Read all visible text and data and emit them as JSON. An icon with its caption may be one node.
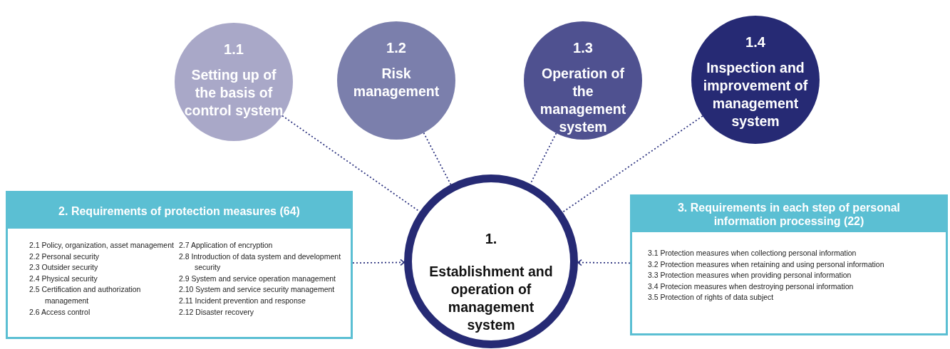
{
  "diagram": {
    "nodes": [
      {
        "text": [
          "1.1",
          "Setting up of the basis of control system"
        ]
      },
      {
        "text": [
          "1.2",
          "Risk management"
        ]
      },
      {
        "text": [
          "1.3",
          "Operation of the management system"
        ]
      },
      {
        "text": [
          "1.4",
          "Inspection and improvement of management system"
        ]
      },
      {
        "text": [
          "1.",
          "Establishment and operation of management system"
        ]
      },
      {
        "text": [
          "2. Requirements of protection measures (64)",
          "2.1 Policy, organization, asset management",
          "2.2 Personal security",
          "2.3 Outsider security",
          "2.4 Physical security",
          "2.5 Certification and authorization management",
          "2.6 Access control",
          "2.7 Application of encryption",
          "2.8 Introduction of data system and development security",
          "2.9 System and service operation management",
          "2.10 System and service security management",
          "2.11 Incident prevention and response",
          "2.12 Disaster recovery"
        ]
      },
      {
        "text": [
          "3. Requirements in each step of personal information processing (22)",
          "3.1 Protection measures when collectiong personal information",
          "3.2 Protection measures when retaining and using personal information",
          "3.3 Protection measures when providing personal information",
          "3.4 Protecion measures when destroying personal information",
          "3.5 Protection of rights of data subject"
        ]
      }
    ],
    "edges": [
      {
        "from": 0,
        "to": 4,
        "arrow": "none",
        "style": "dashed"
      },
      {
        "from": 1,
        "to": 4,
        "arrow": "none",
        "style": "dashed"
      },
      {
        "from": 2,
        "to": 4,
        "arrow": "none",
        "style": "dashed"
      },
      {
        "from": 3,
        "to": 4,
        "arrow": "none",
        "style": "dashed"
      },
      {
        "from": 5,
        "to": 4,
        "arrow": "to",
        "style": "dashed"
      },
      {
        "from": 6,
        "to": 4,
        "arrow": "to",
        "style": "dashed"
      }
    ]
  }
}
